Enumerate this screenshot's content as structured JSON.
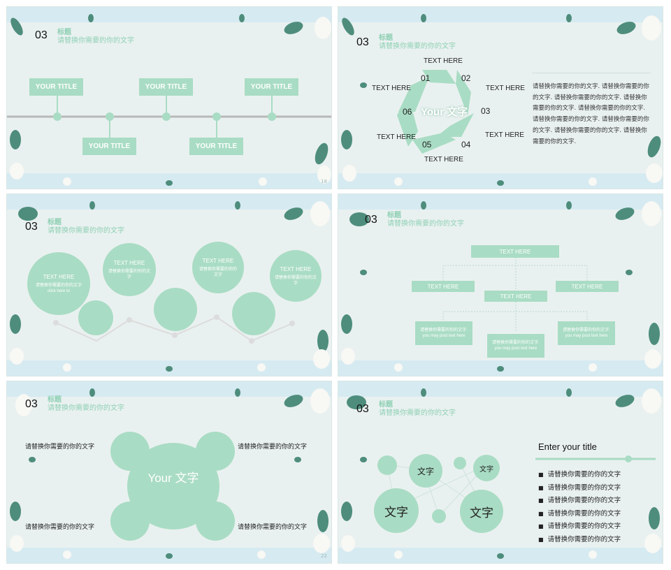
{
  "slides": [
    {
      "number": "03",
      "heading": "标题",
      "subheading": "请替换你需要的你的文字",
      "titles": [
        "YOUR TITLE",
        "YOUR TITLE",
        "YOUR TITLE",
        "YOUR TITLE",
        "YOUR TITLE"
      ],
      "page": "18"
    },
    {
      "number": "03",
      "heading": "标题",
      "subheading": "请替换你需要的你的文字",
      "center": "Your 文字",
      "segments": [
        "01",
        "02",
        "03",
        "04",
        "05",
        "06"
      ],
      "labels": [
        "TEXT HERE",
        "TEXT HERE",
        "TEXT HERE",
        "TEXT HERE",
        "TEXT HERE",
        "TEXT HERE"
      ],
      "paragraph_lines": [
        "请替换你需要的你的文字. 请替换你需要的你",
        "的文字. 请替换你需要的你的文字. 请替换你",
        "需要的你的文字. 请替换你需要的你的文字.",
        "请替换你需要的你的文字. 请替换你需要的你",
        "的文字. 请替换你需要的你的文字. 请替换你",
        "需要的你的文字."
      ]
    },
    {
      "number": "03",
      "heading": "标题",
      "subheading": "请替换你需要的你的文字",
      "bubbles": [
        {
          "title": "TEXT HERE",
          "body": "请替换你需要的你的文字 click here to"
        },
        {
          "title": "TEXT HERE",
          "body": "请替换你需要的你的文字"
        },
        {
          "title": "TEXT HERE",
          "body": "请替换你需要的你的文字"
        },
        {
          "title": "TEXT HERE",
          "body": "请替换你需要的你的文字"
        }
      ]
    },
    {
      "number": "03",
      "heading": "标题",
      "subheading": "请替换你需要的你的文字",
      "top": "TEXT HERE",
      "mid": [
        "TEXT HERE",
        "TEXT HERE",
        "TEXT HERE"
      ],
      "bottom": [
        {
          "l1": "请替换你需要的你的文字.",
          "l2": "you may post text here"
        },
        {
          "l1": "请替换你需要的你的文字.",
          "l2": "you may post text here"
        },
        {
          "l1": "请替换你需要的你的文字.",
          "l2": "you may post text here"
        }
      ]
    },
    {
      "number": "03",
      "heading": "标题",
      "subheading": "请替换你需要的你的文字",
      "center": "Your 文字",
      "corners": [
        "请替换你需要的你的文字",
        "请替换你需要的你的文字",
        "请替换你需要的你的文字",
        "请替换你需要的你的文字"
      ],
      "page": "22"
    },
    {
      "number": "03",
      "heading": "标题",
      "subheading": "请替换你需要的你的文字",
      "circles": [
        "文字",
        "文字",
        "文字",
        "文字"
      ],
      "title": "Enter your title",
      "bullets": [
        "请替换你需要的你的文字",
        "请替换你需要的你的文字",
        "请替换你需要的你的文字",
        "请替换你需要的你的文字",
        "请替换你需要的你的文字",
        "请替换你需要的你的文字"
      ]
    }
  ],
  "colors": {
    "mint": "#a9dcc4",
    "band": "#d6eaf1",
    "background": "#e9f1f0",
    "leaf": "#4e8d7c"
  }
}
